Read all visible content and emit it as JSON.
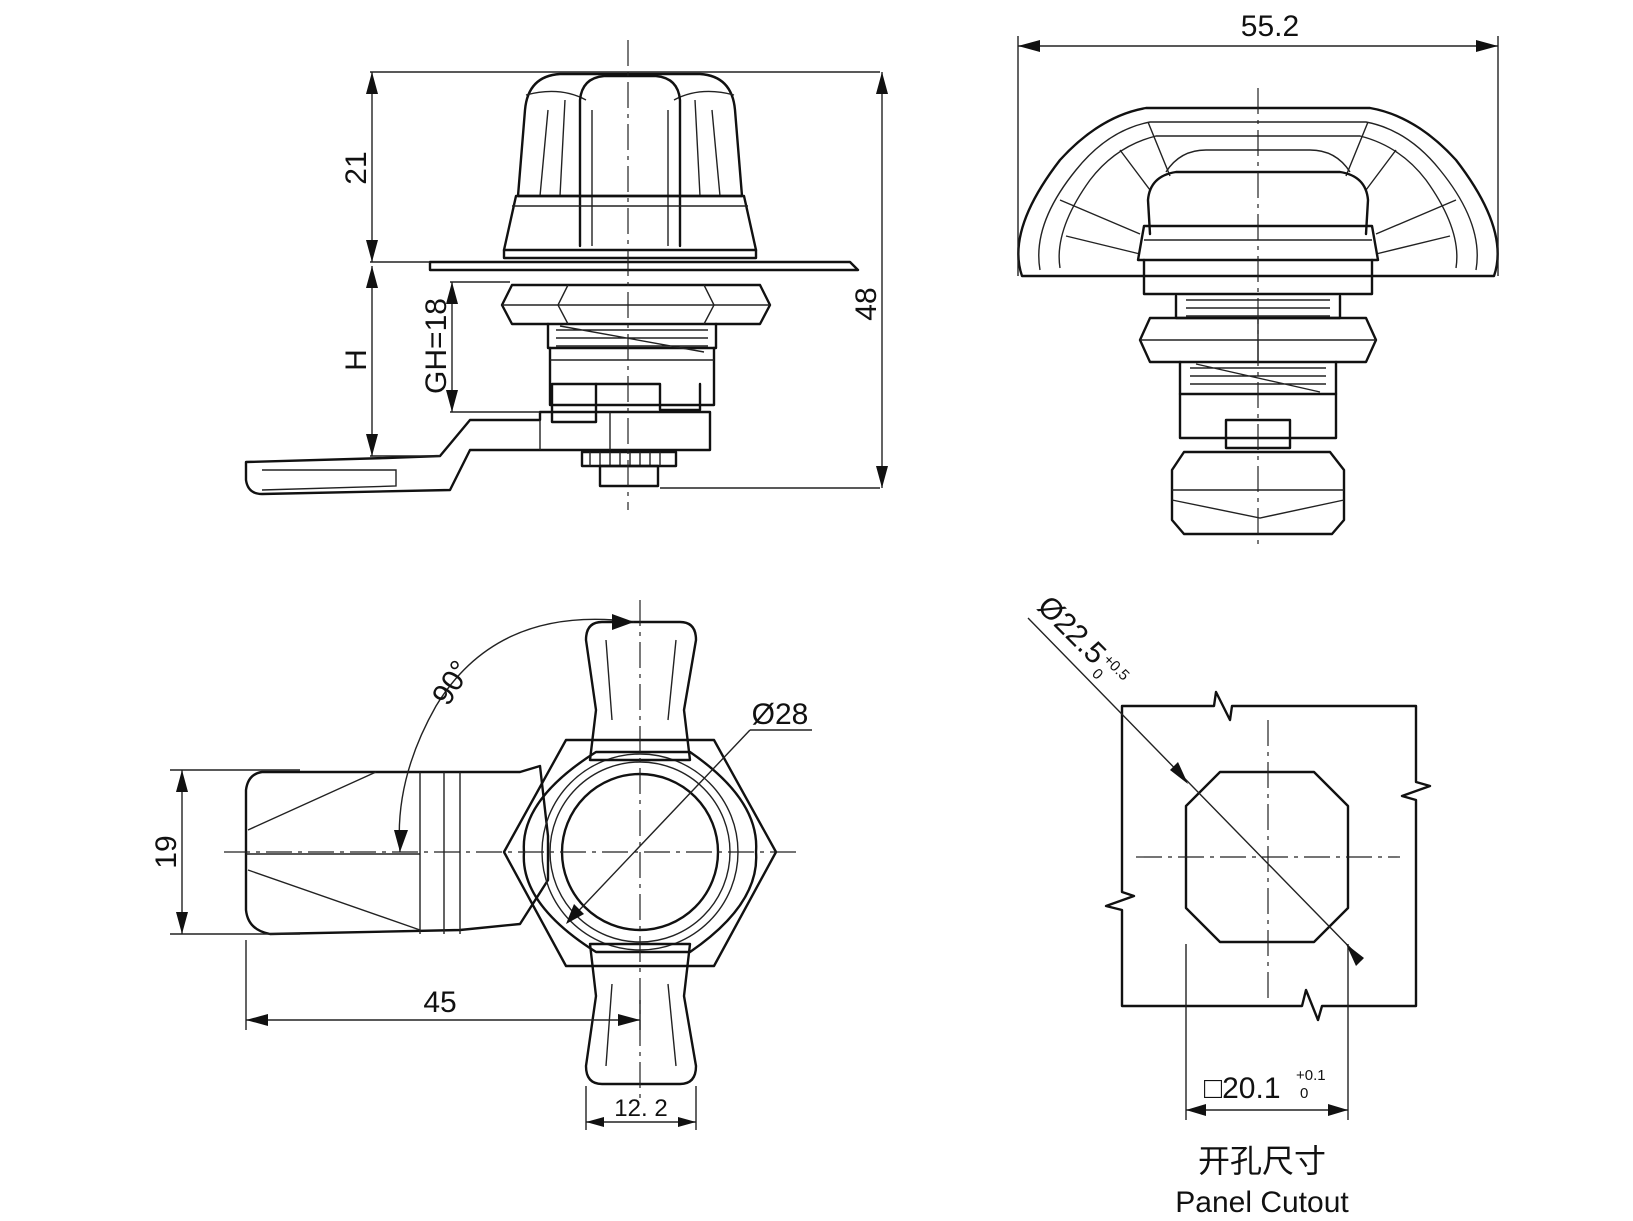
{
  "dimensions": {
    "top_width": "55.2",
    "knob_height": "21",
    "grip_range": "GH=18",
    "h_label": "H",
    "overall_height": "48",
    "rotation": "90°",
    "knob_diameter": "Ø28",
    "cam_width": "19",
    "cam_length": "45",
    "wing_width": "12. 2",
    "cutout_diameter": "Ø22.5",
    "cutout_diameter_tol_upper": "+0.5",
    "cutout_diameter_tol_lower": "0",
    "cutout_square": "□20.1",
    "cutout_square_tol_upper": "+0.1",
    "cutout_square_tol_lower": "0"
  },
  "captions": {
    "panel_cutout_cn": "开孔尺寸",
    "panel_cutout_en": "Panel Cutout"
  }
}
